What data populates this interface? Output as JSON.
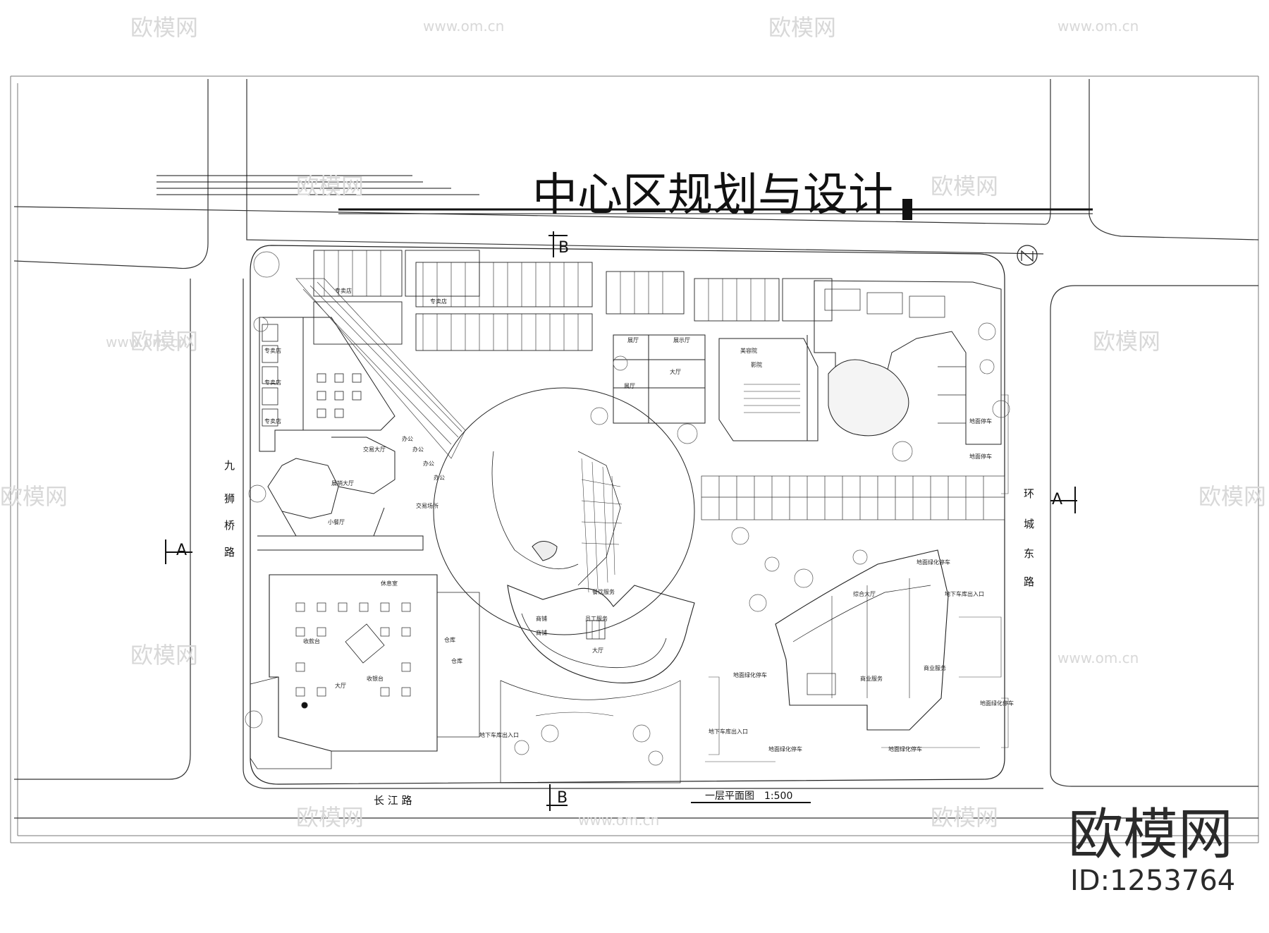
{
  "drawing": {
    "title": "中心区规划与设计",
    "subtitle": "一层平面图　1:500",
    "section_marks": {
      "a": "A",
      "b": "B"
    },
    "roads": {
      "west": [
        "九",
        "狮",
        "桥",
        "路"
      ],
      "east": [
        "环",
        "城",
        "东",
        "路"
      ],
      "south": "长 江 路"
    },
    "rooms": [
      "专卖店",
      "专卖店",
      "专卖店",
      "专卖店",
      "专卖店",
      "办公",
      "办公",
      "办公",
      "办公",
      "交易大厅",
      "展销大厅",
      "小餐厅",
      "交易场所",
      "仓库",
      "影院",
      "大厅",
      "展厅",
      "休息室",
      "大厅",
      "仓库",
      "收款台",
      "收银台",
      "员工服务",
      "餐饮服务",
      "大厅",
      "商铺",
      "商铺",
      "美容院",
      "展示厅",
      "展厅",
      "地面停车",
      "地面停车",
      "地下车库出入口",
      "地下车库出入口",
      "地下车库出入口",
      "地面绿化停车",
      "地面绿化停车",
      "地面绿化停车",
      "地面绿化停车",
      "地面绿化停车",
      "商业服务",
      "综合大厅",
      "商业服务"
    ]
  },
  "watermark": {
    "brand": "欧模网",
    "url": "www.om.cn",
    "id": "ID:1253764"
  },
  "colors": {
    "ink": "#111111",
    "water": "#d8d8d8"
  }
}
